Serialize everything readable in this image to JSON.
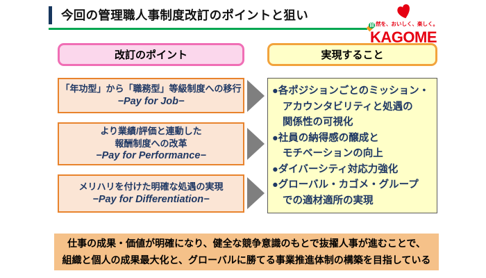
{
  "slide": {
    "title": "今回の管理職人事制度改訂のポイントと狙い"
  },
  "logo": {
    "tagline_first": "自",
    "tagline_rest": "然を、おいしく、楽しく。",
    "brand": "KAGOME"
  },
  "columns": {
    "left_header": "改訂のポイント",
    "right_header": "実現すること"
  },
  "points": [
    {
      "line1": "「年功型」から「職務型」等級制度への移行",
      "en": "−Pay for Job−"
    },
    {
      "line1": "より業績/評価と連動した",
      "line2": "報酬制度への改革",
      "en": "−Pay for Performance−"
    },
    {
      "line1": "メリハリを付けた明確な処遇の実現",
      "en": "−Pay for Differentiation−"
    }
  ],
  "goals": {
    "lines": [
      "●各ポジションごとのミッション・",
      "アカウンタビリティと処遇の",
      "関係性の可視化",
      "●社員の納得感の醸成と",
      "モチベーションの向上",
      "●ダイバーシティ対応力強化",
      "●グローバル・カゴメ・グループ",
      "での適材適所の実現"
    ]
  },
  "summary": {
    "line1": "仕事の成果・価値が明確になり、健全な競争意識のもとで抜擢人事が進むことで、",
    "line2": "組織と個人の成果最大化と、グローバルに勝てる事業推進体制の構築を目指している"
  },
  "colors": {
    "kagome_red": "#e60012",
    "kagome_green": "#00a651",
    "navy_text": "#1f3864",
    "orange_border": "#e8832c",
    "pink_border": "#f06eb5",
    "yellow_fill": "#ffffc8",
    "peach_fill": "#fbe5d5",
    "summary_fill": "#f5c189",
    "arrow_gray": "#7f7f7f"
  }
}
